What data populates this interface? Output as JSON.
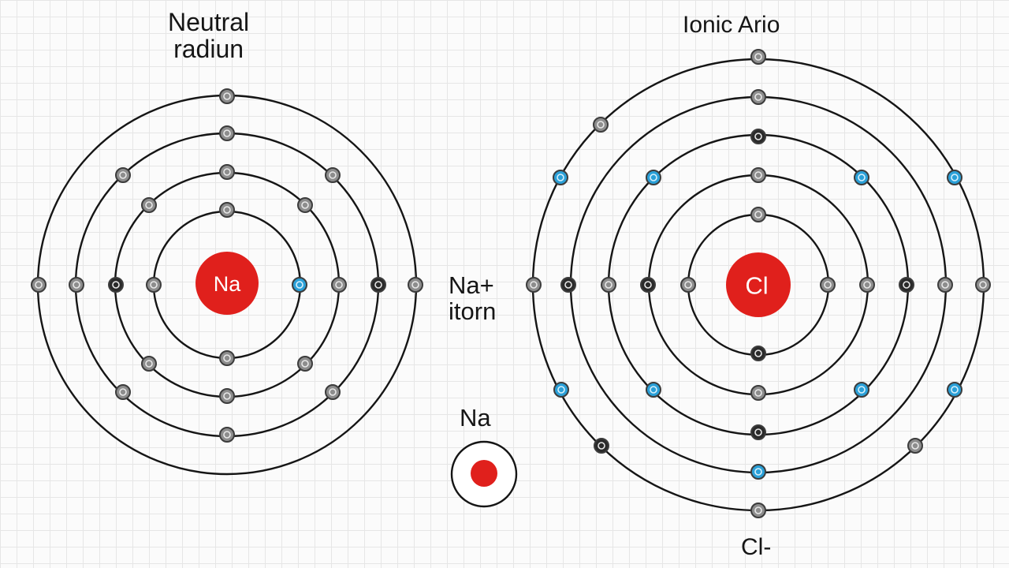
{
  "labels": {
    "left_title_line1": "Neutral",
    "left_title_line2": "radiun",
    "right_title": "Ionic Ario",
    "na_ion_line1": "Na+",
    "na_ion_line2": "itorn",
    "na_small": "Na",
    "cl_ion": "Cl-"
  },
  "atoms": {
    "left": {
      "symbol": "Na",
      "shells": 4
    },
    "right": {
      "symbol": "Cl",
      "shells": 5
    },
    "small": {
      "shells": 1
    }
  },
  "colors": {
    "nucleus": "#e0201c",
    "electron_gray": "#8d8d8d",
    "electron_dark": "#2a2a2a",
    "electron_blue": "#2aa0d8",
    "orbit": "#151515"
  }
}
